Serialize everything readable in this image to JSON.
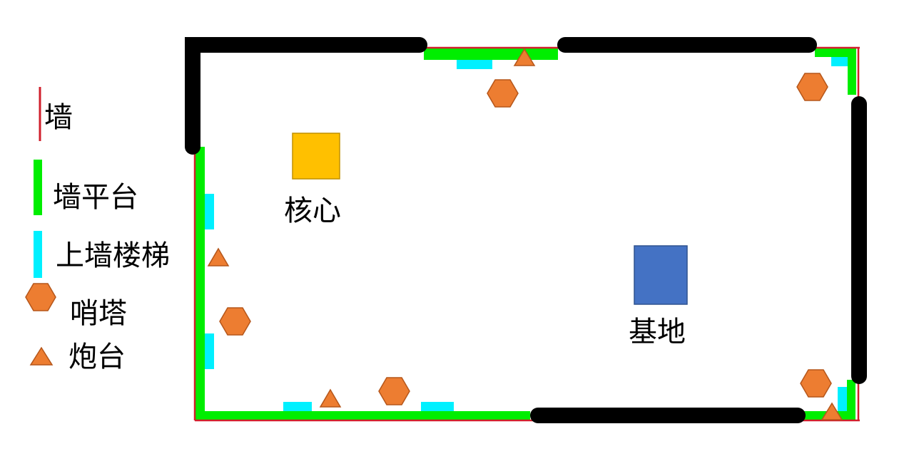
{
  "legend": {
    "wall": "墙",
    "wall_platform": "墙平台",
    "wall_ladder": "上墙楼梯",
    "sentry_tower": "哨塔",
    "turret": "炮台"
  },
  "map": {
    "core_label": "核心",
    "base_label": "基地"
  },
  "colors": {
    "wall": "#d0202c",
    "platform": "#00ee00",
    "ladder": "#00f0ff",
    "sentry": "#ed7d31",
    "sentry_stroke": "#b5561a",
    "turret": "#ed7d31",
    "core": "#ffc000",
    "base": "#4472c4",
    "barrier": "#000000"
  }
}
